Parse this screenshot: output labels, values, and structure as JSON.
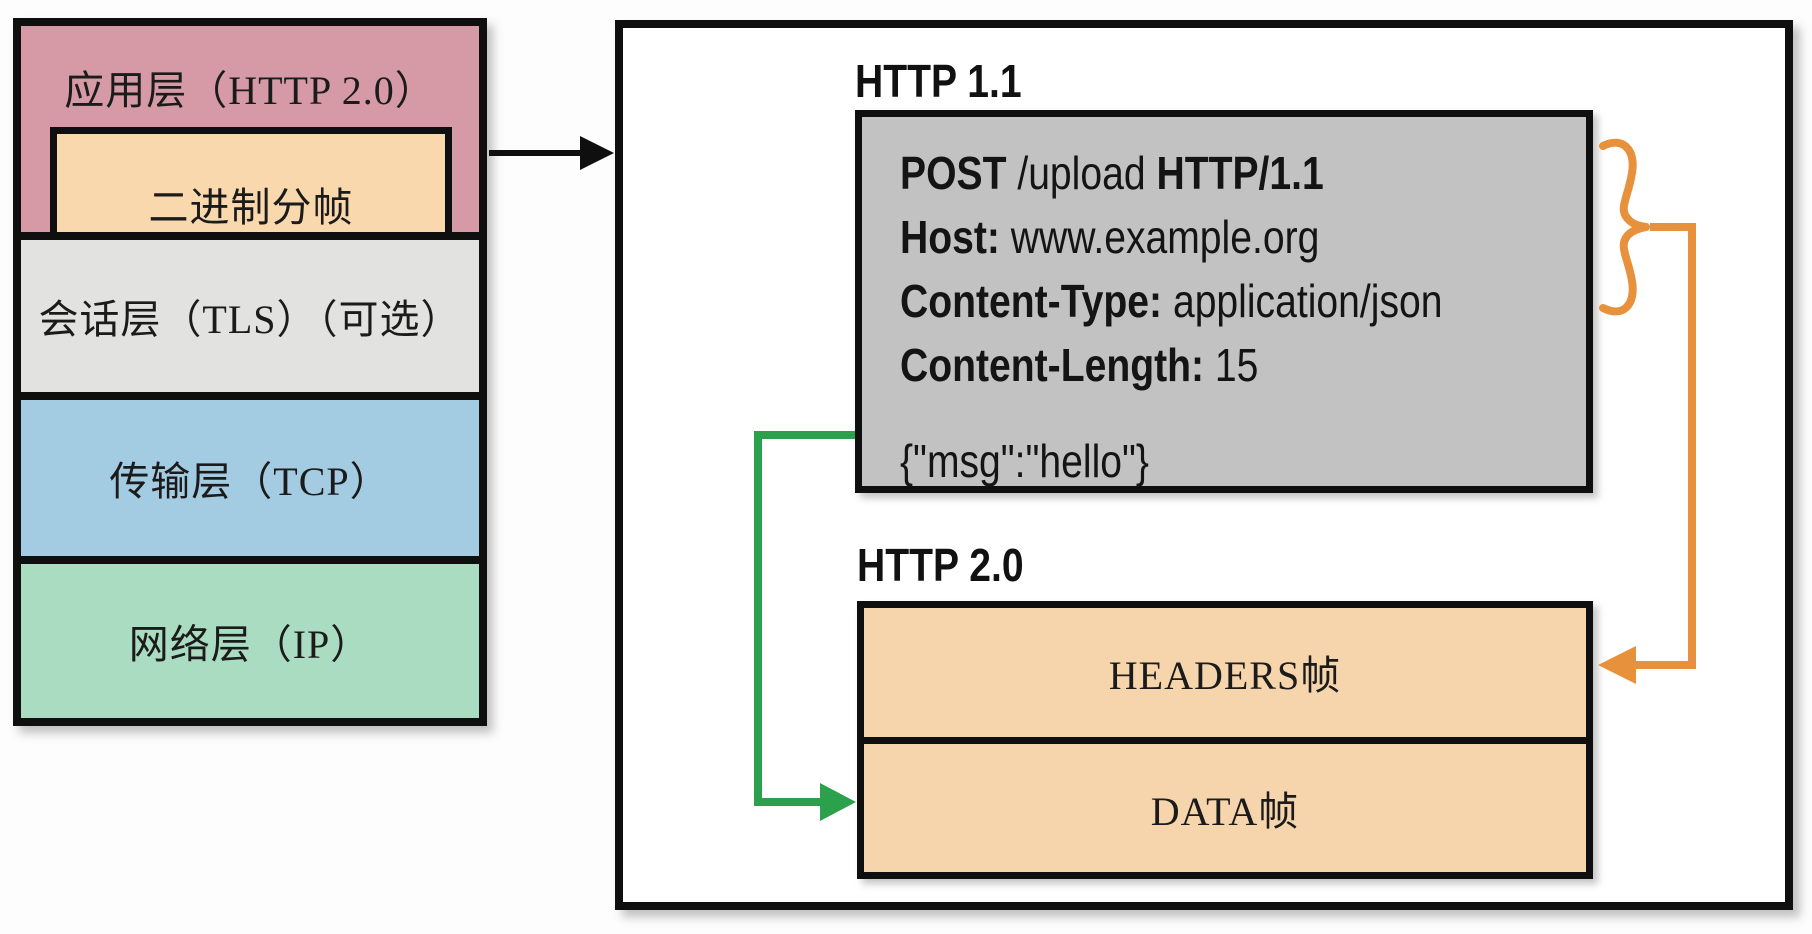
{
  "stack": {
    "layers": [
      {
        "id": "application",
        "label": "应用层（HTTP 2.0）",
        "color": "#D59AA5"
      },
      {
        "id": "session",
        "label": "会话层（TLS）（可选）",
        "color": "#E2E2E1"
      },
      {
        "id": "transport",
        "label": "传输层（TCP）",
        "color": "#A3CBE1"
      },
      {
        "id": "network",
        "label": "网络层（IP）",
        "color": "#A9DCC1"
      }
    ],
    "binary_framing_label": "二进制分帧",
    "binary_framing_color": "#F9D8AD"
  },
  "panel": {
    "http11_label": "HTTP 1.1",
    "http20_label": "HTTP 2.0",
    "request": {
      "box_color": "#C2C2C2",
      "method": "POST",
      "path_segment": " /upload ",
      "version": "HTTP/1.1",
      "host_name": "Host:",
      "host_value": " www.example.org",
      "content_type_name": "Content-Type:",
      "content_type_value": " application/json",
      "content_length_name": "Content-Length:",
      "content_length_value": " 15",
      "body": "{\"msg\":\"hello\"}"
    },
    "frames": {
      "color": "#F7D5AC",
      "headers_label": "HEADERS帧",
      "data_label": "DATA帧"
    }
  },
  "colors": {
    "orange_connector": "#E8913C",
    "green_connector": "#2BA14D",
    "black_connector": "#0f0f0f",
    "border_black": "#0f0f0f"
  }
}
